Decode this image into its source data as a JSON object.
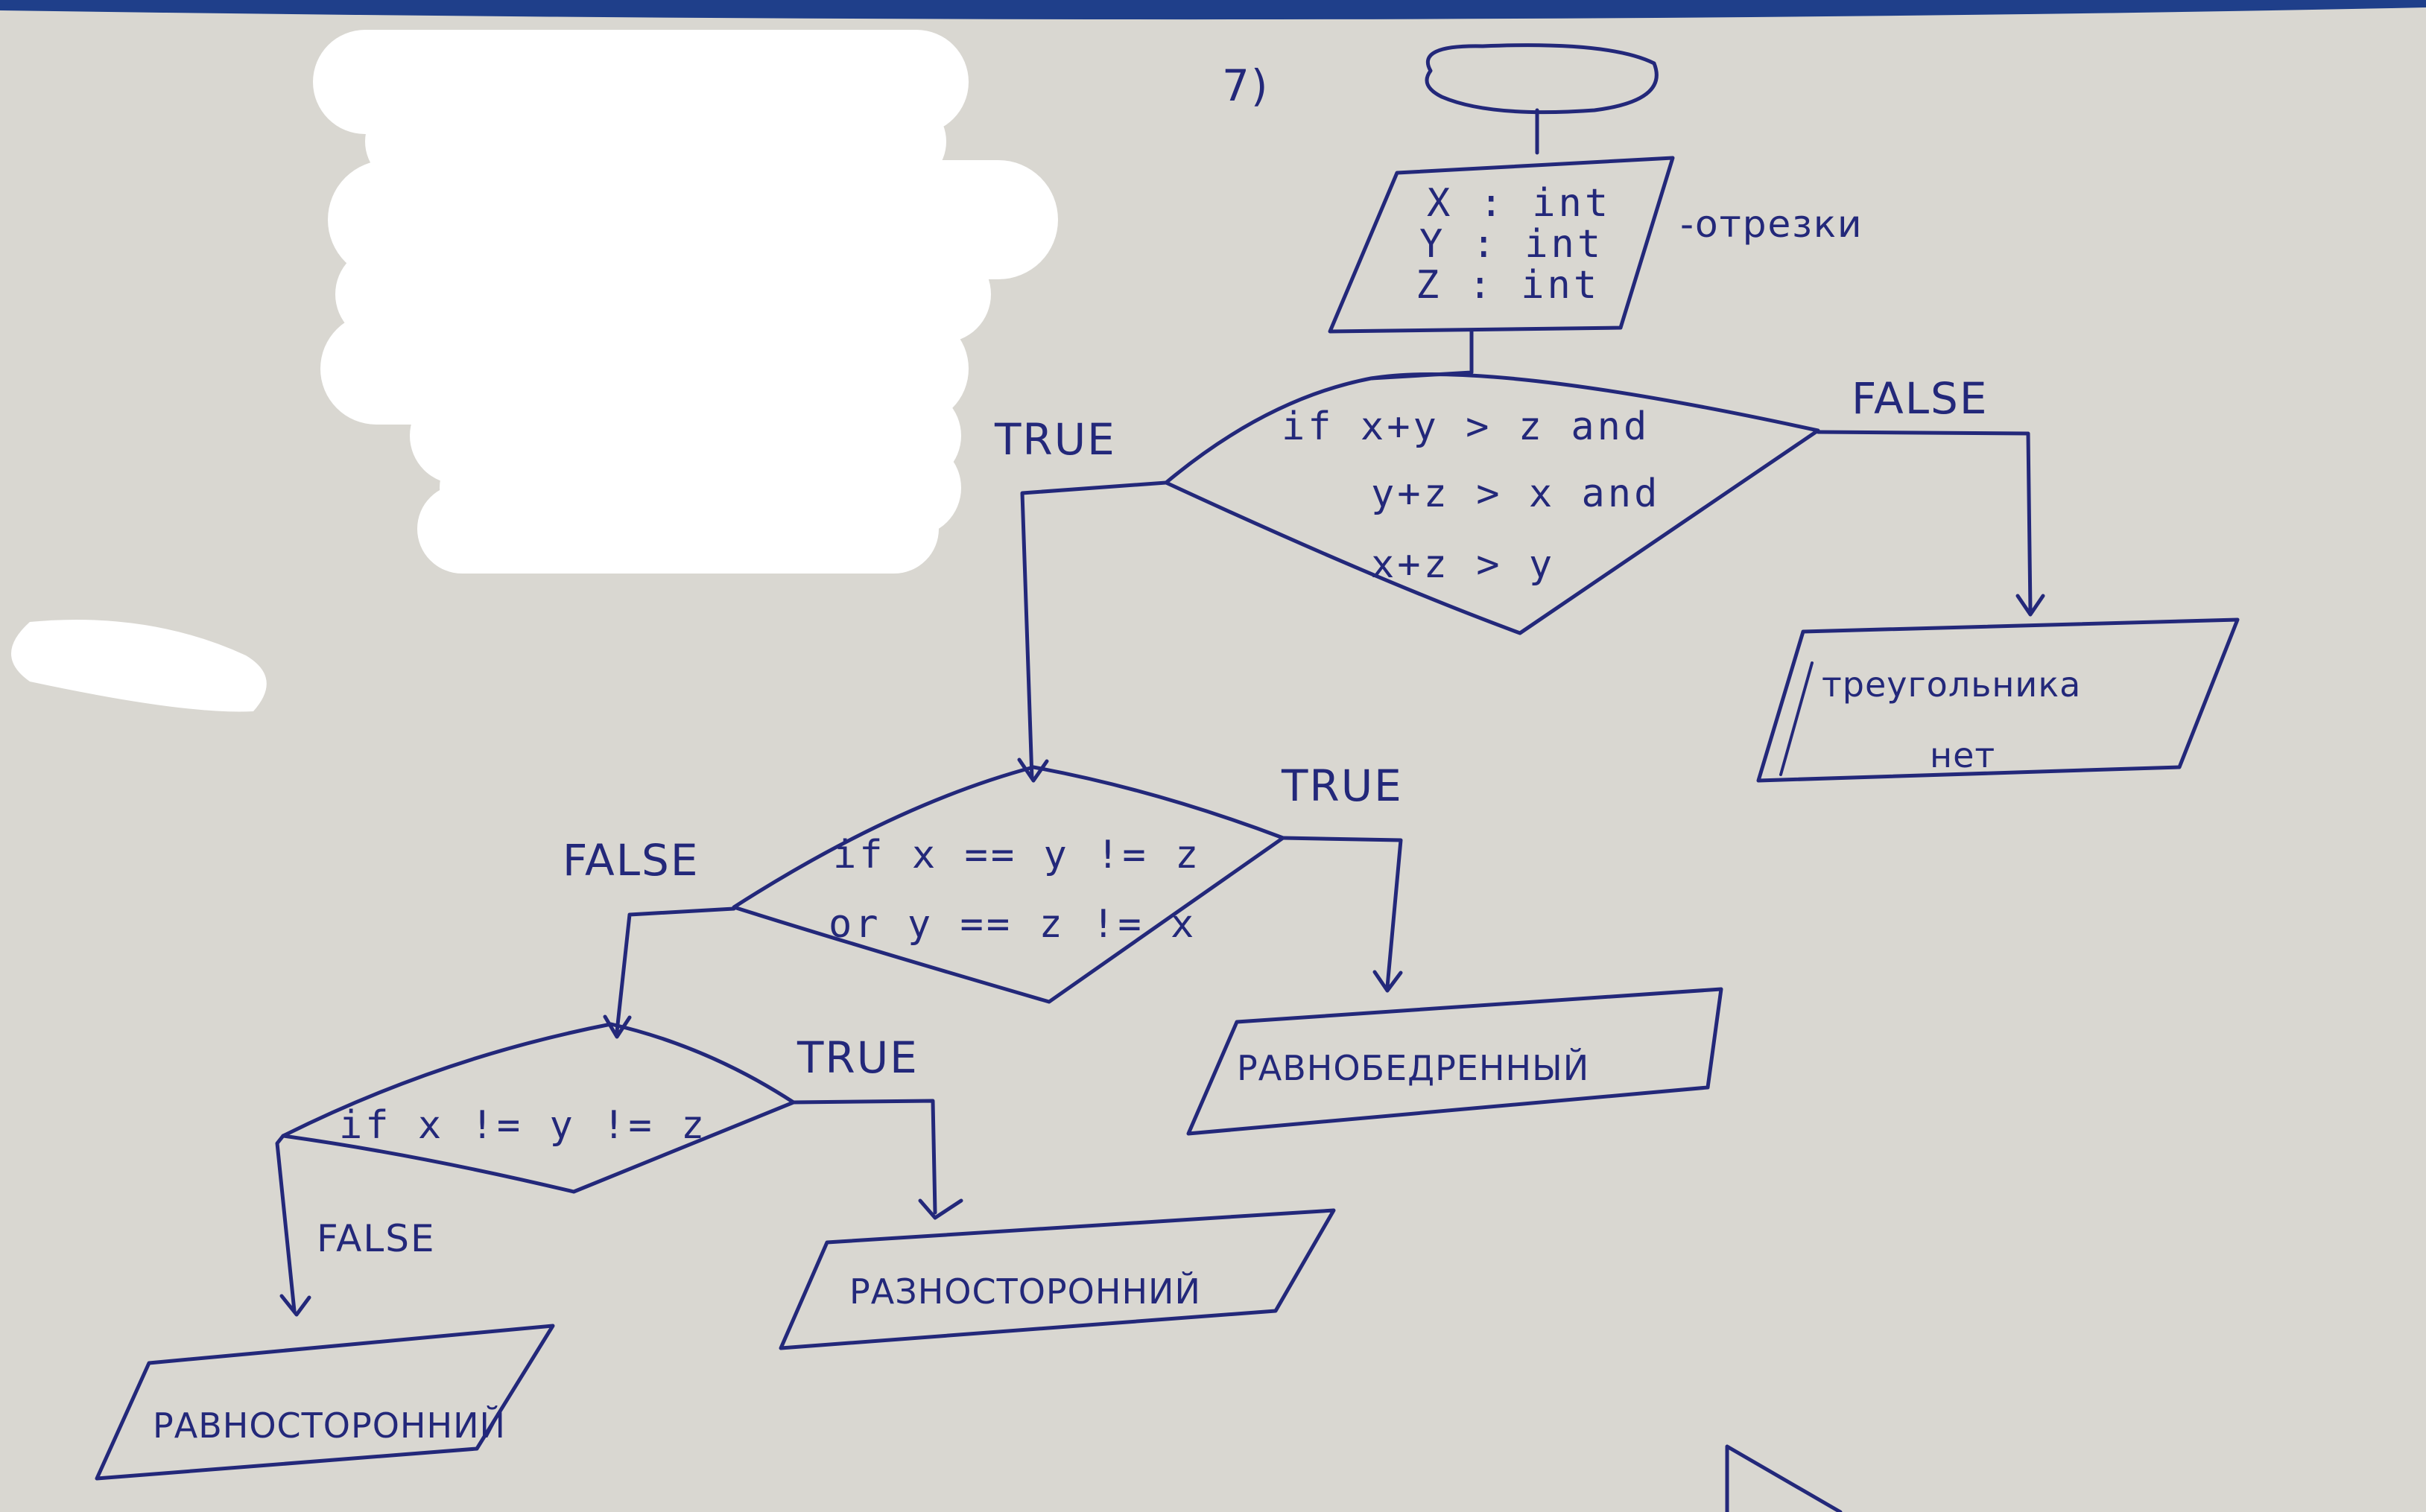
{
  "diagram": {
    "number": "7)",
    "start_terminal": "",
    "input": {
      "lines": [
        "X : int",
        "Y : int",
        "Z : int"
      ],
      "note": "-отрезки"
    },
    "decision_triangle": {
      "lines": [
        "if   x+y > z  and",
        "y+z > x  and",
        "x+z > y"
      ],
      "true_label": "TRUE",
      "false_label": "FALSE"
    },
    "output_no_triangle": {
      "lines": [
        "треугольника",
        "нет"
      ]
    },
    "decision_isosceles": {
      "lines": [
        "if  x == y != z",
        "or  y == z != x"
      ],
      "true_label": "TRUE",
      "false_label": "FALSE"
    },
    "output_isosceles": {
      "text": "РАВНОБЕДРЕННЫЙ"
    },
    "decision_scalene": {
      "lines": [
        "if  x != y != z"
      ],
      "true_label": "TRUE",
      "false_label": "FALSE"
    },
    "output_scalene": {
      "text": "РАЗНОСТОРОННИЙ"
    },
    "output_equilateral": {
      "text": "РАВНОСТОРОННИЙ"
    }
  },
  "colors": {
    "paper": "#d9d7d1",
    "ink": "#23287a",
    "redaction": "#ffffff",
    "top_strip": "#1f3f8a"
  }
}
